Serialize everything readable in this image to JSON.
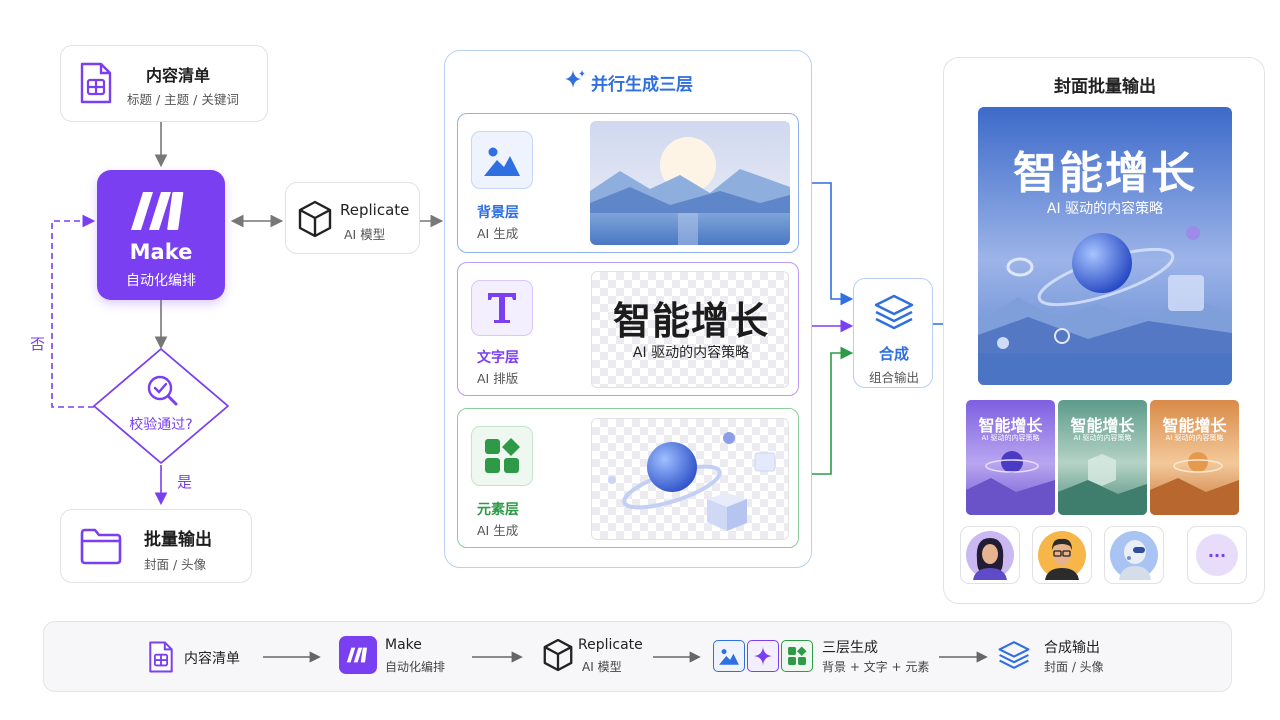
{
  "colors": {
    "purple": "#7a3ff0",
    "blue": "#2f6fe0",
    "green": "#2e9a48",
    "gray": "#777"
  },
  "left": {
    "list": {
      "title": "内容清单",
      "sub": "标题 / 主题 / 关键词",
      "icon": "spreadsheet-icon"
    },
    "make": {
      "title": "Make",
      "sub": "自动化编排",
      "icon": "make-logo-icon"
    },
    "check": {
      "title": "校验通过?",
      "icon": "check-search-icon"
    },
    "no_label": "否",
    "yes_label": "是",
    "output": {
      "title": "批量输出",
      "sub": "封面 / 头像",
      "icon": "folder-icon"
    }
  },
  "replicate": {
    "title": "Replicate",
    "sub": "AI 模型",
    "icon": "cube-icon"
  },
  "layers": {
    "heading": "并行生成三层",
    "bg": {
      "title": "背景层",
      "sub": "AI 生成",
      "icon": "image-icon"
    },
    "text": {
      "title": "文字层",
      "sub": "AI 排版",
      "icon": "text-icon",
      "preview_title": "智能增长",
      "preview_sub": "AI 驱动的内容策略"
    },
    "elem": {
      "title": "元素层",
      "sub": "AI 生成",
      "icon": "grid-shapes-icon"
    }
  },
  "compose": {
    "title": "合成",
    "sub": "组合输出",
    "icon": "layers-icon"
  },
  "output_panel": {
    "heading": "封面批量输出",
    "cover_title": "智能增长",
    "cover_sub": "AI 驱动的内容策略",
    "thumbs": [
      {
        "title": "智能增长",
        "sub": "AI 驱动的内容策略"
      },
      {
        "title": "智能增长",
        "sub": "AI 驱动的内容策略"
      },
      {
        "title": "智能增长",
        "sub": "AI 驱动的内容策略"
      }
    ],
    "more_label": "···"
  },
  "bottom": {
    "s1": {
      "title": "内容清单"
    },
    "s2": {
      "title": "Make",
      "sub": "自动化编排"
    },
    "s3": {
      "title": "Replicate",
      "sub": "AI 模型"
    },
    "s4": {
      "title": "三层生成",
      "sub": "背景 + 文字 + 元素"
    },
    "s5": {
      "title": "合成输出",
      "sub": "封面 / 头像"
    }
  }
}
